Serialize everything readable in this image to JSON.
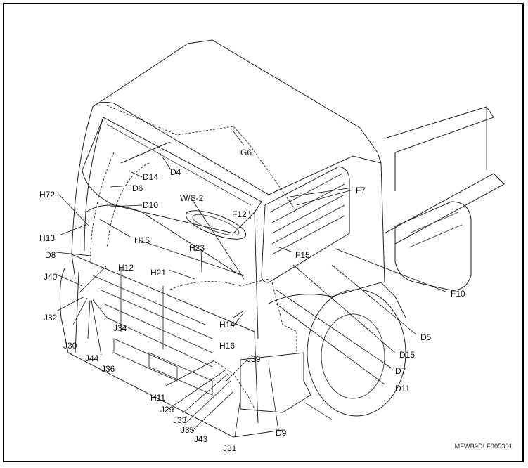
{
  "diagram": {
    "title": "Cab harness connector location (front view)",
    "figure_code": "MFWB9DLF005301",
    "labels": [
      {
        "id": "G6",
        "text": "G6"
      },
      {
        "id": "D4",
        "text": "D4"
      },
      {
        "id": "D14",
        "text": "D14"
      },
      {
        "id": "D6",
        "text": "D6"
      },
      {
        "id": "D10",
        "text": "D10"
      },
      {
        "id": "H72",
        "text": "H72"
      },
      {
        "id": "H13",
        "text": "H13"
      },
      {
        "id": "H15",
        "text": "H15"
      },
      {
        "id": "D8",
        "text": "D8"
      },
      {
        "id": "H12",
        "text": "H12"
      },
      {
        "id": "J40",
        "text": "J40"
      },
      {
        "id": "J32",
        "text": "J32"
      },
      {
        "id": "J30",
        "text": "J30"
      },
      {
        "id": "J34",
        "text": "J34"
      },
      {
        "id": "J44",
        "text": "J44"
      },
      {
        "id": "J36",
        "text": "J36"
      },
      {
        "id": "WS2",
        "text": "W/S-2"
      },
      {
        "id": "F12",
        "text": "F12"
      },
      {
        "id": "H23",
        "text": "H23"
      },
      {
        "id": "H21",
        "text": "H21"
      },
      {
        "id": "F7",
        "text": "F7"
      },
      {
        "id": "F15",
        "text": "F15"
      },
      {
        "id": "F10",
        "text": "F10"
      },
      {
        "id": "D5",
        "text": "D5"
      },
      {
        "id": "D15",
        "text": "D15"
      },
      {
        "id": "D7",
        "text": "D7"
      },
      {
        "id": "D11",
        "text": "D11"
      },
      {
        "id": "H14",
        "text": "H14"
      },
      {
        "id": "H16",
        "text": "H16"
      },
      {
        "id": "J39",
        "text": "J39"
      },
      {
        "id": "H11",
        "text": "H11"
      },
      {
        "id": "J29",
        "text": "J29"
      },
      {
        "id": "J33",
        "text": "J33"
      },
      {
        "id": "J35",
        "text": "J35"
      },
      {
        "id": "J43",
        "text": "J43"
      },
      {
        "id": "J31",
        "text": "J31"
      },
      {
        "id": "D9",
        "text": "D9"
      }
    ]
  }
}
